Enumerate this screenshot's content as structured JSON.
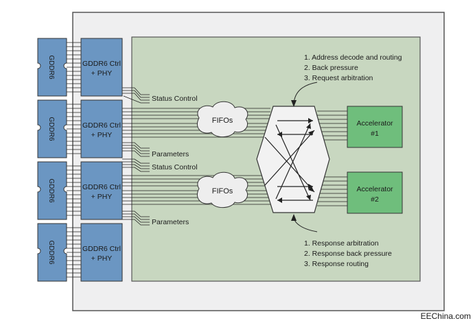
{
  "memory_chips": [
    "GDDR6",
    "GDDR6",
    "GDDR6",
    "GDDR6"
  ],
  "controllers": [
    {
      "line1": "GDDR6 Ctrl",
      "line2": "+ PHY"
    },
    {
      "line1": "GDDR6 Ctrl",
      "line2": "+ PHY"
    },
    {
      "line1": "GDDR6 Ctrl",
      "line2": "+ PHY"
    },
    {
      "line1": "GDDR6 Ctrl",
      "line2": "+ PHY"
    }
  ],
  "status_labels": [
    "Status Control",
    "Status Control"
  ],
  "parameter_labels": [
    "Parameters",
    "Parameters"
  ],
  "fifos": [
    "FIFOs",
    "FIFOs"
  ],
  "accelerators": [
    {
      "line1": "Accelerator",
      "line2": "#1"
    },
    {
      "line1": "Accelerator",
      "line2": "#2"
    }
  ],
  "top_notes": [
    "1. Address decode and routing",
    "2. Back pressure",
    "3. Request arbitration"
  ],
  "bottom_notes": [
    "1. Response arbitration",
    "2. Response back pressure",
    "3. Response routing"
  ],
  "watermark": "EEChina.com",
  "colors": {
    "outer_box": "#efeff0",
    "inner_box": "#c8d7c0",
    "chip_fill": "#6b96c2",
    "accelerator_fill": "#6fbe7c",
    "fifo_fill": "#eeeeee",
    "crossbar_fill": "#f2f2f2"
  }
}
